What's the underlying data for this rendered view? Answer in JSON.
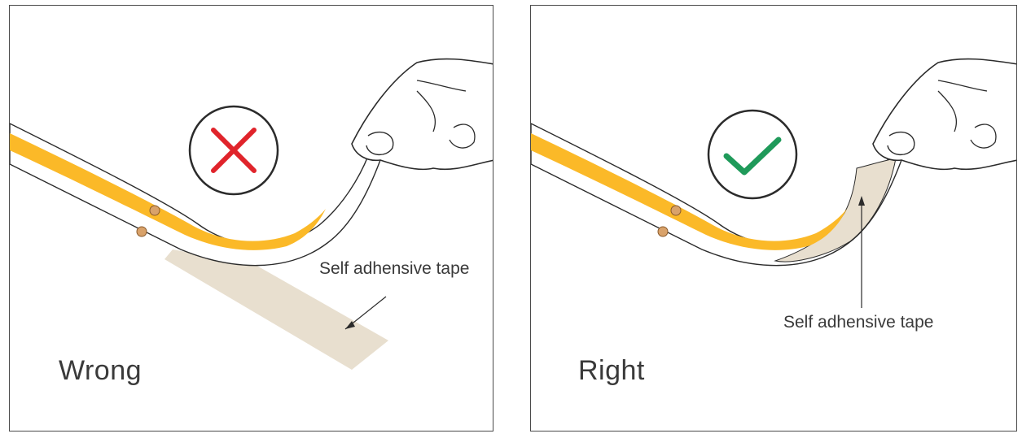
{
  "panels": [
    {
      "caption": "Wrong",
      "tape_label": "Self adhensive tape",
      "status_mark": "cross-icon",
      "mark_color": "#e0242b",
      "tape_color": "#e8dfcf"
    },
    {
      "caption": "Right",
      "tape_label": "Self adhensive tape",
      "status_mark": "check-icon",
      "mark_color": "#1f9a5a",
      "tape_color": "#e8dfcf"
    }
  ],
  "colors": {
    "led_strip": "#fbb928",
    "outline": "#2b2b2b",
    "frame": "#4a4a4a"
  }
}
